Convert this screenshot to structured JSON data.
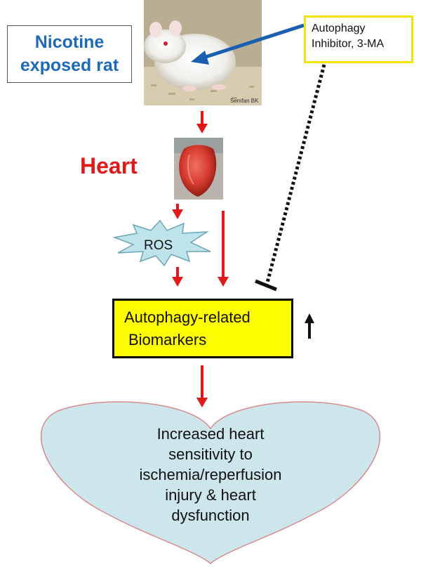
{
  "nicotine_label_line1": "Nicotine",
  "nicotine_label_line2": "exposed rat",
  "heart_label": "Heart",
  "inhibitor_line1": "Autophagy",
  "inhibitor_line2": "Inhibitor, 3-MA",
  "ros_label": "ROS",
  "biomarker_line1": "Autophagy-related",
  "biomarker_line2": "Biomarkers",
  "outcome_lines": [
    "Increased heart",
    "sensitivity to",
    "ischemia/reperfusion",
    "injury & heart",
    "dysfunction"
  ],
  "photo_watermark": "Semfan BK",
  "colors": {
    "accent_red": "#e01a1a",
    "label_blue": "#1f6ab5",
    "highlight_yellow": "#ffff00",
    "heart_fill": "#cce6ec"
  }
}
